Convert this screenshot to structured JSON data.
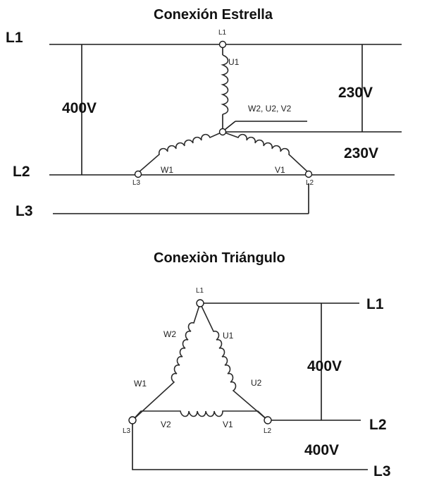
{
  "star": {
    "title": "Conexión Estrella",
    "lines": {
      "l1": "L1",
      "l2": "L2",
      "l3": "L3"
    },
    "voltage_line": "400V",
    "voltage_phase_top": "230V",
    "voltage_phase_bottom": "230V",
    "terminals": {
      "top": "L1",
      "left": "L3",
      "right": "L2"
    },
    "coils": {
      "u": "U1",
      "w": "W1",
      "v": "V1"
    },
    "neutral_label": "W2, U2, V2"
  },
  "delta": {
    "title": "Conexiòn Triángulo",
    "lines": {
      "l1": "L1",
      "l2": "L2",
      "l3": "L3"
    },
    "voltage_l1_l2": "400V",
    "voltage_l2_l3": "400V",
    "terminals": {
      "top": "L1",
      "left": "L3",
      "right": "L2"
    },
    "coils": {
      "w2": "W2",
      "u1": "U1",
      "w1": "W1",
      "u2": "U2",
      "v2": "V2",
      "v1": "V1"
    }
  },
  "colors": {
    "ink": "#1a1a1a",
    "background": "#ffffff"
  }
}
